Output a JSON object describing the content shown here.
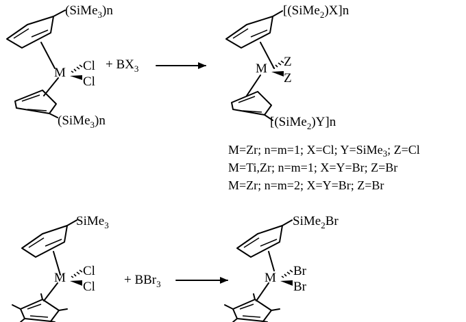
{
  "reaction1": {
    "reactant_top_sub": [
      "(SiMe",
      "3",
      ")n"
    ],
    "reactant_bottom_sub": [
      "(SiMe",
      "3",
      ")n"
    ],
    "metal": "M",
    "ligand_top": "Cl",
    "ligand_bottom": "Cl",
    "reagent": [
      "+ BX",
      "3"
    ],
    "product_top_sub": [
      "[(SiMe",
      "2",
      ")X]n"
    ],
    "product_bottom_sub": [
      "[(SiMe",
      "2",
      ")Y]n"
    ],
    "product_ligand_top": "Z",
    "product_ligand_bottom": "Z",
    "conditions": [
      [
        "M=Zr; n=m=1; X=Cl; Y=SiMe",
        "3",
        "; Z=Cl"
      ],
      [
        "M=Ti,Zr; n=m=1; X=Y=Br; Z=Br",
        "",
        ""
      ],
      [
        "M=Zr; n=m=2; X=Y=Br; Z=Br",
        "",
        ""
      ]
    ]
  },
  "reaction2": {
    "reactant_sub": [
      "SiMe",
      "3",
      ""
    ],
    "metal": "M",
    "ligand_top": "Cl",
    "ligand_bottom": "Cl",
    "reagent": [
      "+ BBr",
      "3"
    ],
    "product_sub": [
      "SiMe",
      "2",
      "Br"
    ],
    "product_ligand_top": "Br",
    "product_ligand_bottom": "Br"
  }
}
